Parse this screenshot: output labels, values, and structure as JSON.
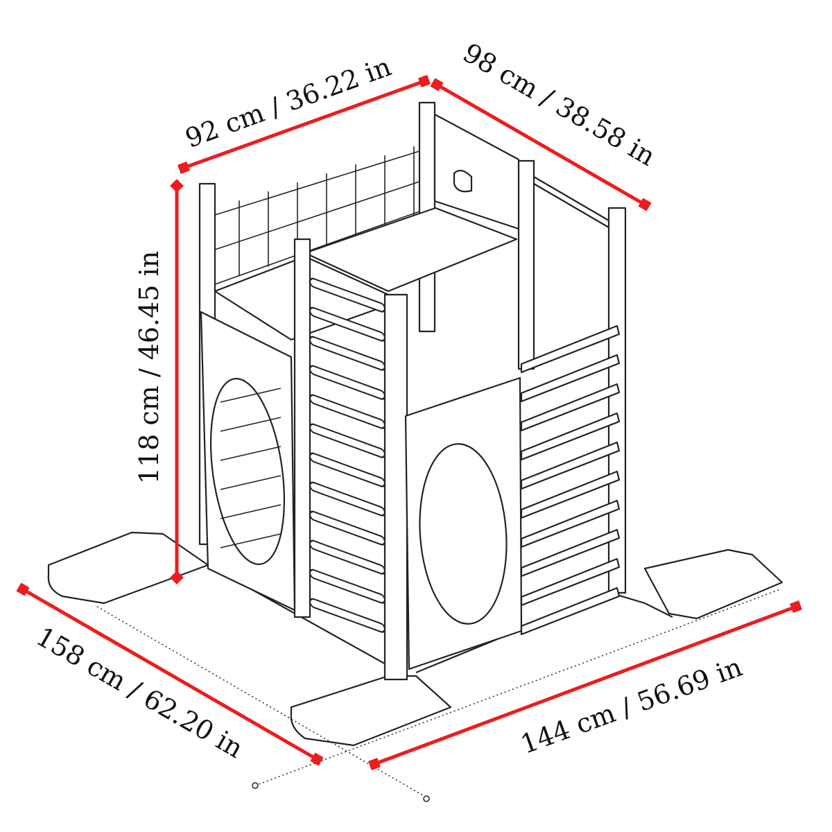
{
  "title": "Climbing frame dimensions",
  "colors": {
    "dimension_line": "#ee1c1c",
    "drawing": "#222222",
    "background": "#ffffff"
  },
  "dimensions": {
    "top_left_width": "92 cm / 36.22 in",
    "top_right_depth": "98 cm / 38.58 in",
    "height": "118 cm / 46.45 in",
    "base_left": "158 cm / 62.20 in",
    "base_right": "144 cm / 56.69 in"
  }
}
